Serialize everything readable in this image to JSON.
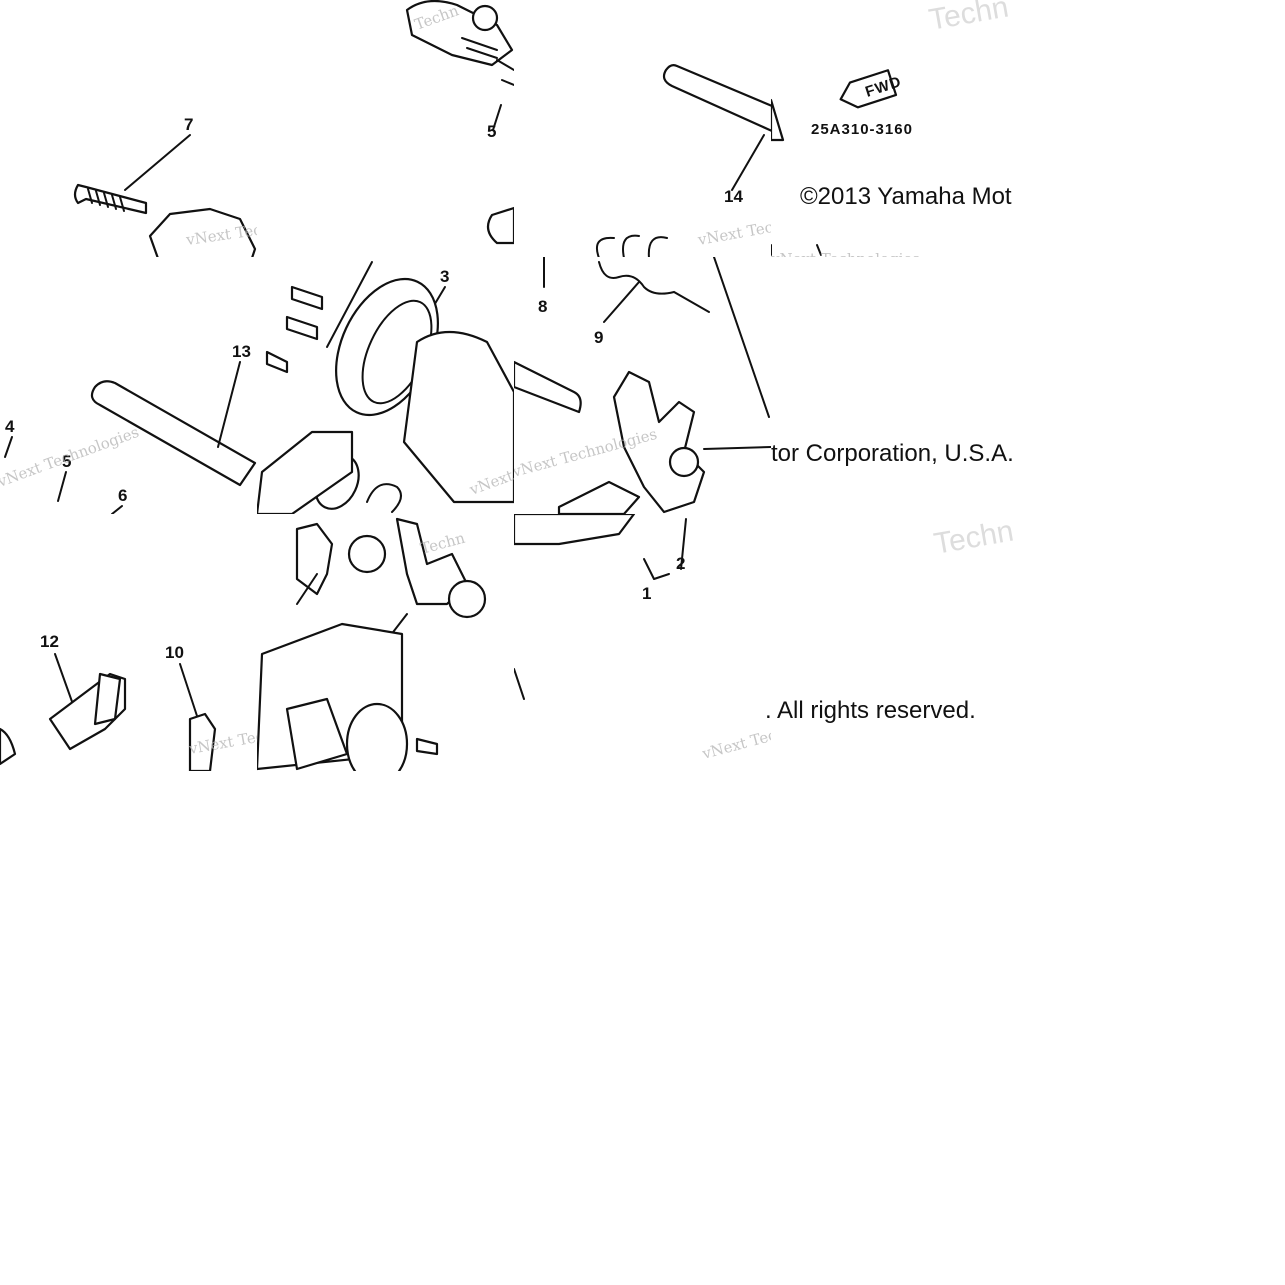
{
  "diagram": {
    "part_code": "25A310-3160",
    "fwd_label": "FWD",
    "callouts": [
      "1",
      "2",
      "3",
      "4",
      "5",
      "5",
      "6",
      "7",
      "8",
      "9",
      "10",
      "12",
      "13",
      "14"
    ],
    "copyright_lines": [
      "©2013 Yamaha Mot",
      "tor Corporation, U.S.A.",
      ". All rights reserved."
    ],
    "watermark_text": "vNext Technologies",
    "watermark_short": "Techn"
  }
}
